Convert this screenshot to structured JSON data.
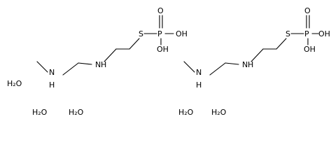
{
  "molecules": [
    {
      "atoms": {
        "nh_left": "N",
        "h_left": "H",
        "nh_mid": "N",
        "h_mid": "H",
        "s": "S",
        "p": "P",
        "o_top": "O",
        "oh_right": "OH",
        "oh_bottom": "OH"
      }
    },
    {
      "atoms": {
        "nh_left": "N",
        "h_left": "H",
        "nh_mid": "N",
        "h_mid": "H",
        "s": "S",
        "p": "P",
        "o_top": "O",
        "oh_right": "OH",
        "oh_bottom": "OH"
      }
    }
  ],
  "waters": [
    "H₂O",
    "H₂O",
    "H₂O",
    "H₂O",
    "H₂O"
  ]
}
